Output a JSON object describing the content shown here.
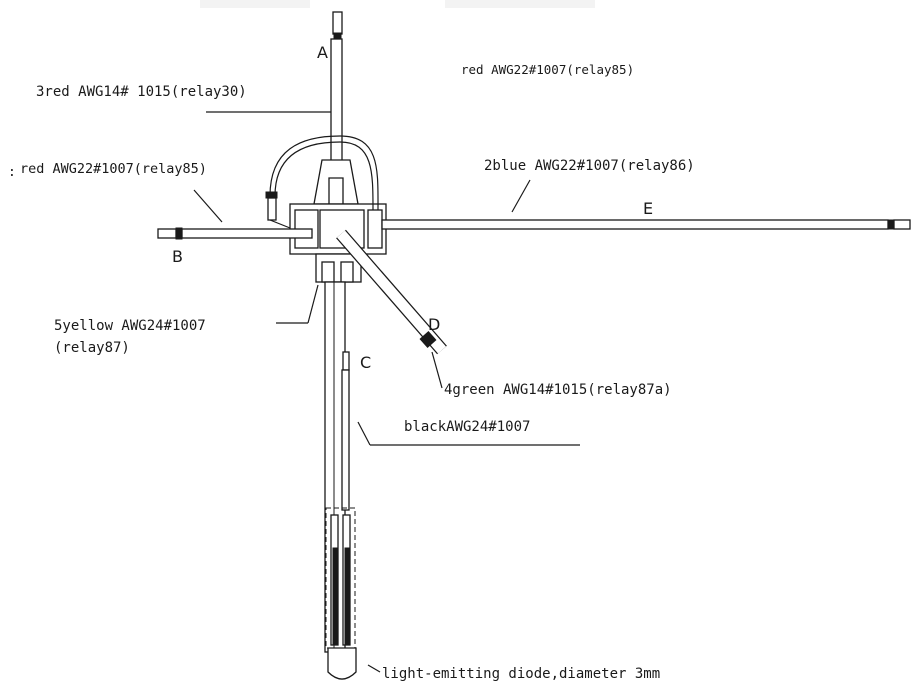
{
  "letters": {
    "a": "A",
    "b": "B",
    "c": "C",
    "d": "D",
    "e": "E"
  },
  "labels": {
    "red_top": "red AWG22#1007(relay85)",
    "red_left": "red AWG22#1007(relay85)",
    "left_mark": ":",
    "red_a": "3red AWG14# 1015(relay30)",
    "blue_e": "2blue  AWG22#1007(relay86)",
    "yellow_line1": "5yellow AWG24#1007",
    "yellow_line2": "(relay87)",
    "green_d": "4green AWG14#1015(relay87a)",
    "black": "blackAWG24#1007",
    "led": "light-emitting diode,diameter 3mm"
  }
}
